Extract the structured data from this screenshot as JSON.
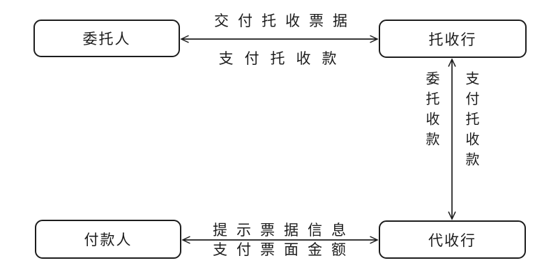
{
  "canvas": {
    "background": "#ffffff",
    "line_color": "#1c1c1c"
  },
  "nodes": {
    "principal": {
      "label": "委托人"
    },
    "remitting_bank": {
      "label": "托收行"
    },
    "payer": {
      "label": "付款人"
    },
    "collecting_bank": {
      "label": "代收行"
    }
  },
  "edges": {
    "principal_remitting": {
      "type": "double-arrow-horizontal",
      "label_above": "交付托收票据",
      "label_below": "支付托收款"
    },
    "remitting_collecting": {
      "type": "double-arrow-vertical",
      "label_left": "委托收款",
      "label_right": "支付托收款"
    },
    "payer_collecting": {
      "type": "double-arrow-horizontal",
      "label_above": "提示票据信息",
      "label_below": "支付票面金额"
    }
  }
}
